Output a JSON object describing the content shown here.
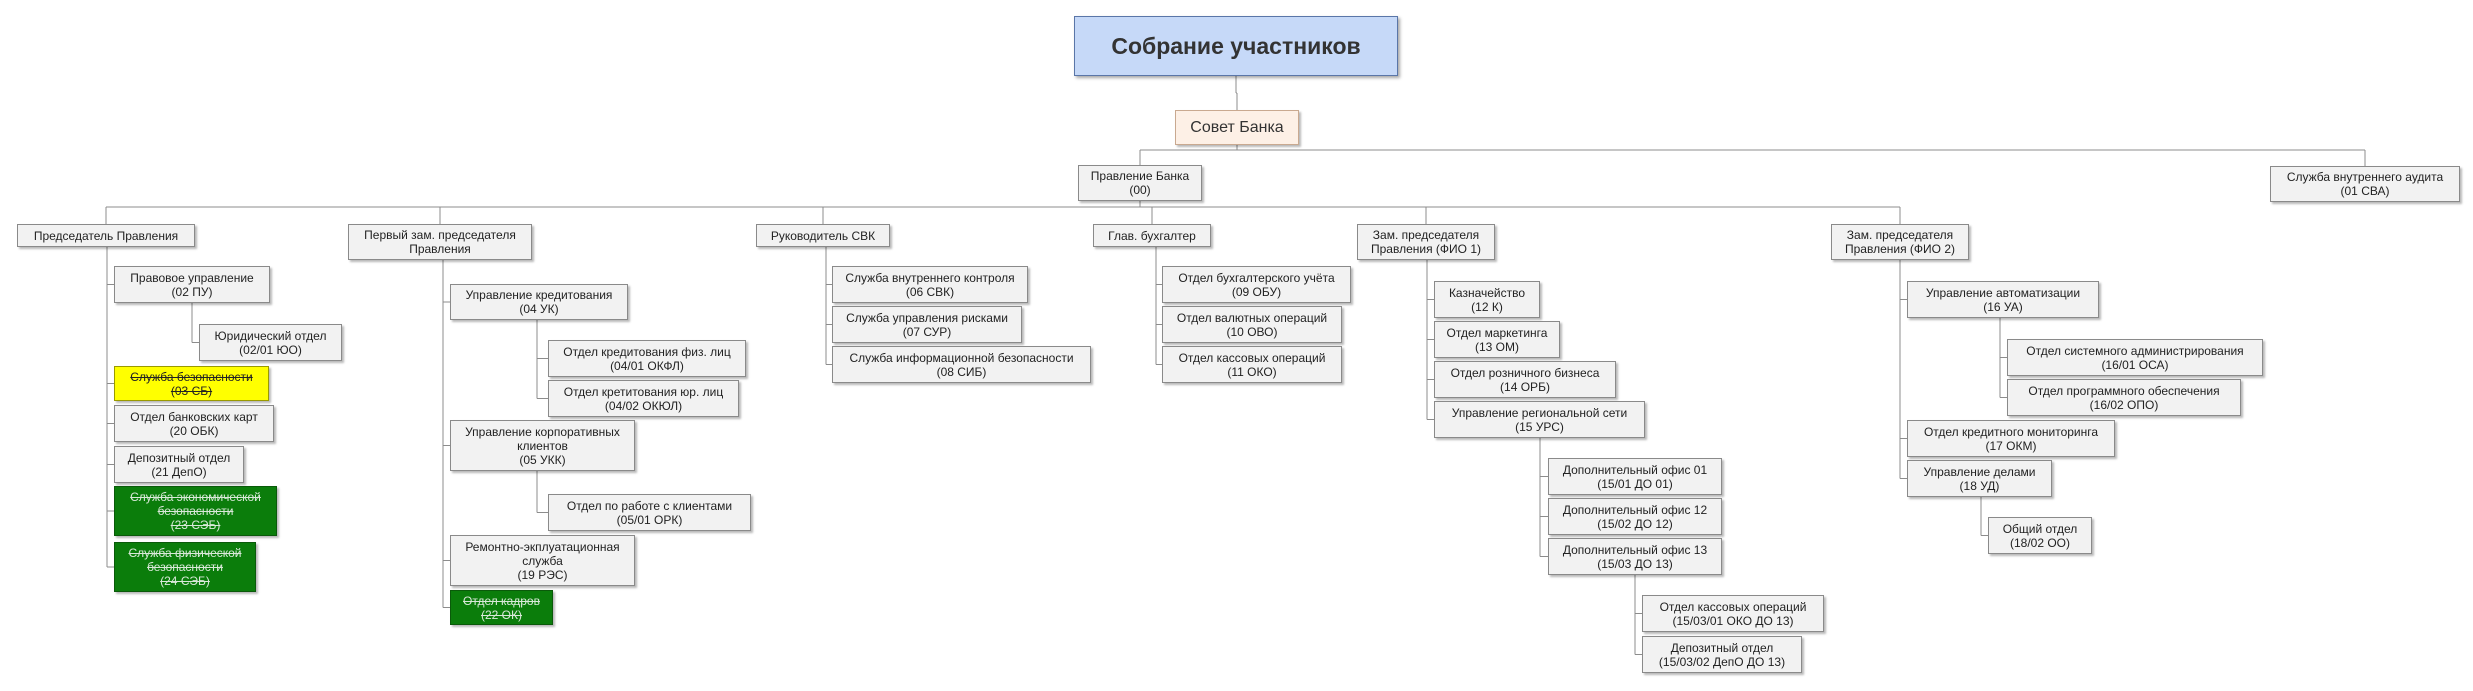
{
  "colors": {
    "line": "#8c8c8c",
    "root": "#c6d9f8",
    "board": "#fdf0e6",
    "node": "#f2f2f2",
    "highlight_yellow": "#ffff00",
    "highlight_green": "#0b7d0b"
  },
  "nodes": {
    "root": [
      "Собрание участников"
    ],
    "board": [
      "Совет Банка"
    ],
    "pravlenie": [
      "Правление Банка",
      "(00)"
    ],
    "audit": [
      "Служба внутреннего аудита",
      "(01 СВА)"
    ],
    "chairman": [
      "Председатель Правления"
    ],
    "first_deputy": [
      "Первый зам. председателя",
      "Правления"
    ],
    "svk_head": [
      "Руководитель СВК"
    ],
    "chief_accountant": [
      "Глав. бухгалтер"
    ],
    "deputy1": [
      "Зам. председателя",
      "Правления (ФИО 1)"
    ],
    "deputy2": [
      "Зам. председателя",
      "Правления (ФИО 2)"
    ],
    "n02pu": [
      "Правовое управление",
      "(02 ПУ)"
    ],
    "n0201": [
      "Юридический отдел",
      "(02/01 ЮО)"
    ],
    "n03sb": [
      "Служба безопасности",
      "(03 СБ)"
    ],
    "n20": [
      "Отдел банковских карт",
      "(20 ОБК)"
    ],
    "n21": [
      "Депозитный отдел",
      "(21 ДепО)"
    ],
    "n23": [
      "Служба экономической безопасности",
      "(23 СЭБ)"
    ],
    "n24": [
      "Служба физической безопасности",
      "(24 СЭБ)"
    ],
    "n04": [
      "Управление кредитования",
      "(04 УК)"
    ],
    "n0401": [
      "Отдел кредитования физ. лиц",
      "(04/01 ОКФЛ)"
    ],
    "n0402": [
      "Отдел кретитования юр. лиц",
      "(04/02 ОКЮЛ)"
    ],
    "n05": [
      "Управление корпоративных клиентов",
      "(05 УКК)"
    ],
    "n0501": [
      "Отдел по работе с клиентами",
      "(05/01 ОРК)"
    ],
    "n19": [
      "Ремонтно-экплуатационная служба",
      "(19 РЭС)"
    ],
    "n22": [
      "Отдел кадров",
      "(22 ОК)"
    ],
    "n06": [
      "Служба внутреннего контроля",
      "(06 СВК)"
    ],
    "n07": [
      "Служба управления рисками",
      "(07 СУР)"
    ],
    "n08": [
      "Служба информационной безопасности",
      "(08 СИБ)"
    ],
    "n09": [
      "Отдел бухгалтерского учёта",
      "(09 ОБУ)"
    ],
    "n10": [
      "Отдел валютных операций",
      "(10 ОВО)"
    ],
    "n11": [
      "Отдел кассовых операций",
      "(11 ОКО)"
    ],
    "n12": [
      "Казначейство",
      "(12 К)"
    ],
    "n13": [
      "Отдел маркетинга",
      "(13 ОМ)"
    ],
    "n14": [
      "Отдел розничного бизнеса",
      "(14 ОРБ)"
    ],
    "n15": [
      "Управление региональной сети",
      "(15 УРС)"
    ],
    "n1501": [
      "Дополнительный офис 01",
      "(15/01 ДО 01)"
    ],
    "n1502": [
      "Дополнительный офис 12",
      "(15/02 ДО 12)"
    ],
    "n1503": [
      "Дополнительный офис 13",
      "(15/03 ДО 13)"
    ],
    "n150301": [
      "Отдел кассовых операций",
      "(15/03/01 ОКО ДО 13)"
    ],
    "n150302": [
      "Депозитный отдел",
      "(15/03/02 ДепО ДО 13)"
    ],
    "n16": [
      "Управление автоматизации",
      "(16 УА)"
    ],
    "n1601": [
      "Отдел системного администрирования",
      "(16/01 ОСА)"
    ],
    "n1602": [
      "Отдел программного обеспечения",
      "(16/02 ОПО)"
    ],
    "n17": [
      "Отдел кредитного мониторинга",
      "(17 ОКМ)"
    ],
    "n18": [
      "Управление делами",
      "(18 УД)"
    ],
    "n1802": [
      "Общий отдел",
      "(18/02 ОО)"
    ]
  }
}
